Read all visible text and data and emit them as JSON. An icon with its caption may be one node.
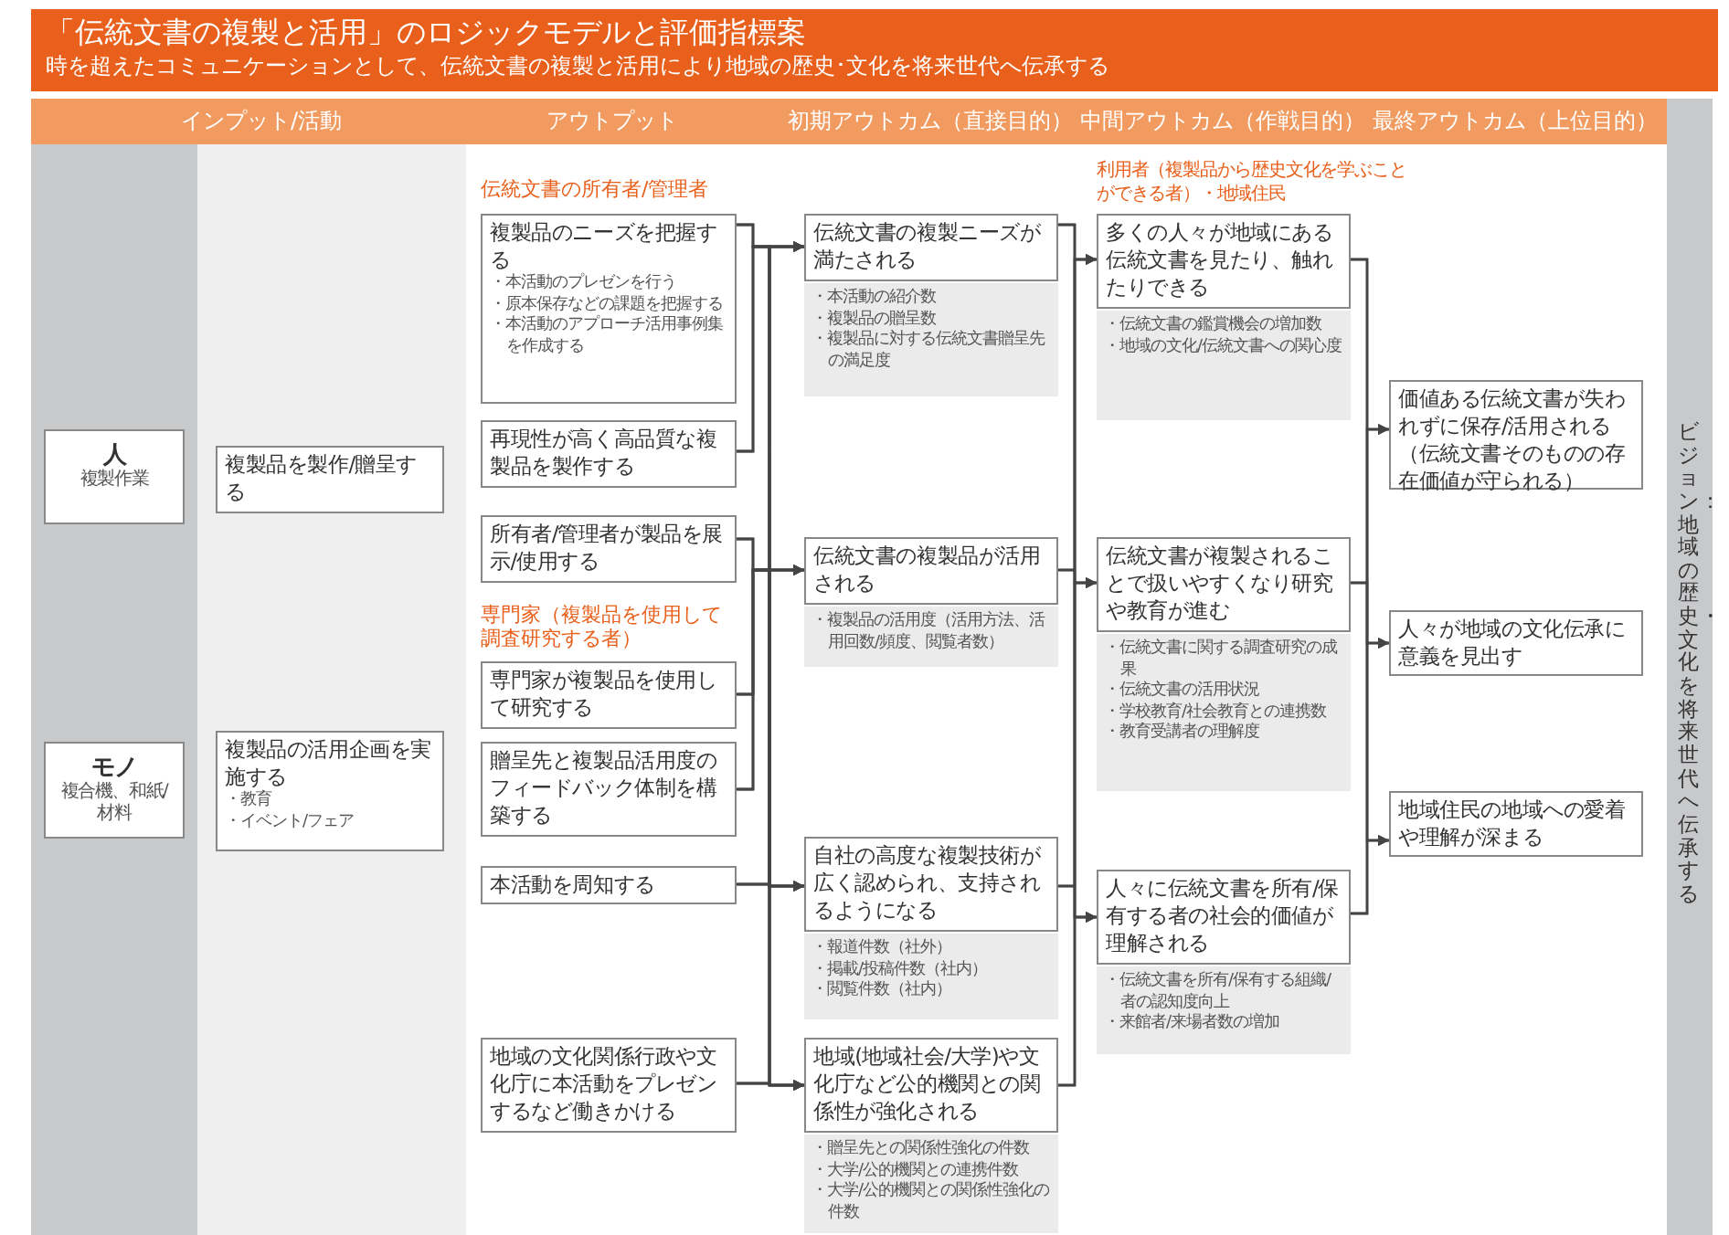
{
  "diagram": {
    "title": "「伝統文書の複製と活用」のロジックモデルと評価指標案",
    "caption": "時を超えたコミュニケーションとして、伝統文書の複製と活用により地域の歴史･文化を将来世代へ伝承する",
    "nodes": [
      {
        "text": [
          "人",
          "複製作業"
        ]
      },
      {
        "text": [
          "モノ",
          "複合機、和紙/材料"
        ]
      },
      {
        "text": [
          "複製品を製作/贈呈する"
        ]
      },
      {
        "text": [
          "複製品の活用企画を実施する",
          "・教育",
          "・イベント/フェア"
        ]
      },
      {
        "text": [
          "複製品のニーズを把握する",
          "・本活動のプレゼンを行う",
          "・原本保存などの課題を把握する",
          "・本活動のアプローチ活用事例集を作成する"
        ]
      },
      {
        "text": [
          "再現性が高く高品質な複製品を製作する"
        ]
      },
      {
        "text": [
          "所有者/管理者が製品を展示/使用する"
        ]
      },
      {
        "text": [
          "専門家が複製品を使用して研究する"
        ]
      },
      {
        "text": [
          "贈呈先と複製品活用度のフィードバック体制を構築する"
        ]
      },
      {
        "text": [
          "本活動を周知する"
        ]
      },
      {
        "text": [
          "地域の文化関係行政や文化庁に本活動をプレゼンするなど働きかける"
        ]
      },
      {
        "text": [
          "伝統文書の複製ニーズが満たされる"
        ],
        "beside": [
          "・本活動の紹介数",
          "・複製品の贈呈数",
          "・複製品に対する伝統文書贈呈先の満足度"
        ]
      },
      {
        "text": [
          "伝統文書の複製品が活用される"
        ],
        "beside": [
          "・複製品の活用度（活用方法、活用回数/頻度、閲覧者数）"
        ]
      },
      {
        "text": [
          "自社の高度な複製技術が広く認められ、支持されるようになる"
        ],
        "beside": [
          "・報道件数（社外）",
          "・掲載/投稿件数（社内）",
          "・閲覧件数（社内）"
        ]
      },
      {
        "text": [
          "地域(地域社会/大学)や文化庁など公的機関との関係性が強化される"
        ],
        "beside": [
          "・贈呈先との関係性強化の件数",
          "・大学/公的機関との連携件数",
          "・大学/公的機関との関係性強化の件数"
        ]
      },
      {
        "text": [
          "多くの人々が地域にある伝統文書を見たり、触れたりできる"
        ],
        "beside": [
          "・伝統文書の鑑賞機会の増加数",
          "・地域の文化/伝統文書への関心度"
        ]
      },
      {
        "text": [
          "伝統文書が複製されることで扱いやすくなり研究や教育が進む"
        ],
        "beside": [
          "・伝統文書に関する調査研究の成果",
          "・伝統文書の活用状況",
          "・学校教育/社会教育との連携数",
          "・教育受講者の理解度"
        ]
      },
      {
        "text": [
          "人々に伝統文書を所有/保有する者の社会的価値が理解される"
        ],
        "beside": [
          "・伝統文書を所有/保有する組織/者の認知度向上",
          "・来館者/来場者数の増加"
        ]
      },
      {
        "text": [
          "価値ある伝統文書が失われずに保存/活用される（伝統文書そのものの存在価値が守られる）"
        ]
      },
      {
        "text": [
          "人々が地域の文化伝承に意義を見出す"
        ]
      },
      {
        "text": [
          "地域住民の地域への愛着や理解が深まる"
        ]
      }
    ],
    "edges": [
      {
        "from": 4,
        "to": 11,
        "arrow": "to"
      },
      {
        "from": 4,
        "to": 12,
        "arrow": "to"
      },
      {
        "from": 4,
        "to": 13,
        "arrow": "to"
      },
      {
        "from": 4,
        "to": 14,
        "arrow": "to"
      },
      {
        "from": 5,
        "to": 11,
        "arrow": "to"
      },
      {
        "from": 5,
        "to": 12,
        "arrow": "to"
      },
      {
        "from": 5,
        "to": 13,
        "arrow": "to"
      },
      {
        "from": 5,
        "to": 14,
        "arrow": "to"
      },
      {
        "from": 6,
        "to": 11,
        "arrow": "to"
      },
      {
        "from": 6,
        "to": 12,
        "arrow": "to"
      },
      {
        "from": 6,
        "to": 13,
        "arrow": "to"
      },
      {
        "from": 6,
        "to": 14,
        "arrow": "to"
      },
      {
        "from": 7,
        "to": 11,
        "arrow": "to"
      },
      {
        "from": 7,
        "to": 12,
        "arrow": "to"
      },
      {
        "from": 7,
        "to": 13,
        "arrow": "to"
      },
      {
        "from": 7,
        "to": 14,
        "arrow": "to"
      },
      {
        "from": 8,
        "to": 11,
        "arrow": "to"
      },
      {
        "from": 8,
        "to": 12,
        "arrow": "to"
      },
      {
        "from": 8,
        "to": 13,
        "arrow": "to"
      },
      {
        "from": 8,
        "to": 14,
        "arrow": "to"
      },
      {
        "from": 9,
        "to": 11,
        "arrow": "to"
      },
      {
        "from": 9,
        "to": 12,
        "arrow": "to"
      },
      {
        "from": 9,
        "to": 13,
        "arrow": "to"
      },
      {
        "from": 9,
        "to": 14,
        "arrow": "to"
      },
      {
        "from": 10,
        "to": 11,
        "arrow": "to"
      },
      {
        "from": 10,
        "to": 12,
        "arrow": "to"
      },
      {
        "from": 10,
        "to": 13,
        "arrow": "to"
      },
      {
        "from": 10,
        "to": 14,
        "arrow": "to"
      },
      {
        "from": 11,
        "to": 15,
        "arrow": "to"
      },
      {
        "from": 11,
        "to": 16,
        "arrow": "to"
      },
      {
        "from": 11,
        "to": 17,
        "arrow": "to"
      },
      {
        "from": 12,
        "to": 15,
        "arrow": "to"
      },
      {
        "from": 12,
        "to": 16,
        "arrow": "to"
      },
      {
        "from": 12,
        "to": 17,
        "arrow": "to"
      },
      {
        "from": 13,
        "to": 15,
        "arrow": "to"
      },
      {
        "from": 13,
        "to": 16,
        "arrow": "to"
      },
      {
        "from": 13,
        "to": 17,
        "arrow": "to"
      },
      {
        "from": 14,
        "to": 15,
        "arrow": "to"
      },
      {
        "from": 14,
        "to": 16,
        "arrow": "to"
      },
      {
        "from": 14,
        "to": 17,
        "arrow": "to"
      },
      {
        "from": 15,
        "to": 18,
        "arrow": "to"
      },
      {
        "from": 15,
        "to": 19,
        "arrow": "to"
      },
      {
        "from": 15,
        "to": 20,
        "arrow": "to"
      },
      {
        "from": 16,
        "to": 18,
        "arrow": "to"
      },
      {
        "from": 16,
        "to": 19,
        "arrow": "to"
      },
      {
        "from": 16,
        "to": 20,
        "arrow": "to"
      },
      {
        "from": 17,
        "to": 18,
        "arrow": "to"
      },
      {
        "from": 17,
        "to": 19,
        "arrow": "to"
      },
      {
        "from": 17,
        "to": 20,
        "arrow": "to"
      }
    ],
    "labels": [
      "インプット/活動",
      "アウトプット",
      "初期アウトカム（直接目的）",
      "中間アウトカム（作戦目的）",
      "最終アウトカム（上位目的）",
      "伝統文書の所有者/管理者",
      "専門家（複製品を使用して調査研究する者）",
      "利用者（複製品から歴史文化を学ぶことができる者）・地域住民",
      "ビジョン：地域の歴史・文化を将来世代へ伝承する"
    ]
  }
}
